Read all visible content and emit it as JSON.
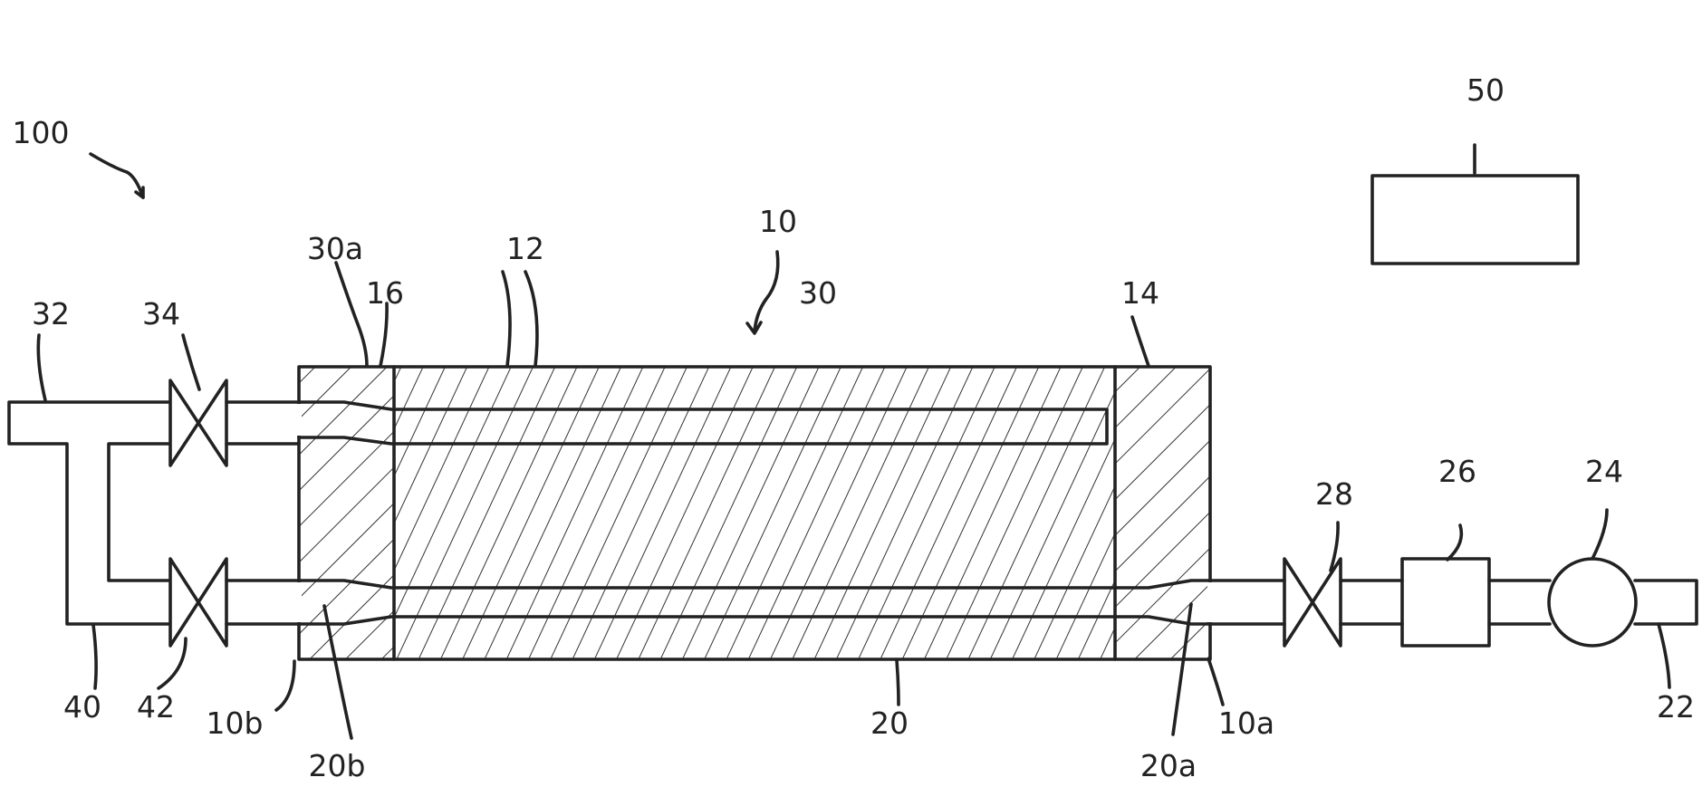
{
  "labels": {
    "system": "100",
    "controller": "50",
    "stack": "10",
    "cells": "12",
    "end_plate_right": "14",
    "end_plate_left": "16",
    "inlet_line": "32",
    "inlet_valve": "34",
    "manifold_closed": "30a",
    "manifold_closed_main": "30",
    "manifold_flow_main": "20",
    "manifold_flow_out": "20b",
    "manifold_flow_in": "20a",
    "stack_side_b": "10b",
    "stack_side_a": "10a",
    "bypass_line": "40",
    "bypass_valve": "42",
    "outlet_valve": "28",
    "device_box": "26",
    "pump": "24",
    "outlet_line": "22"
  }
}
